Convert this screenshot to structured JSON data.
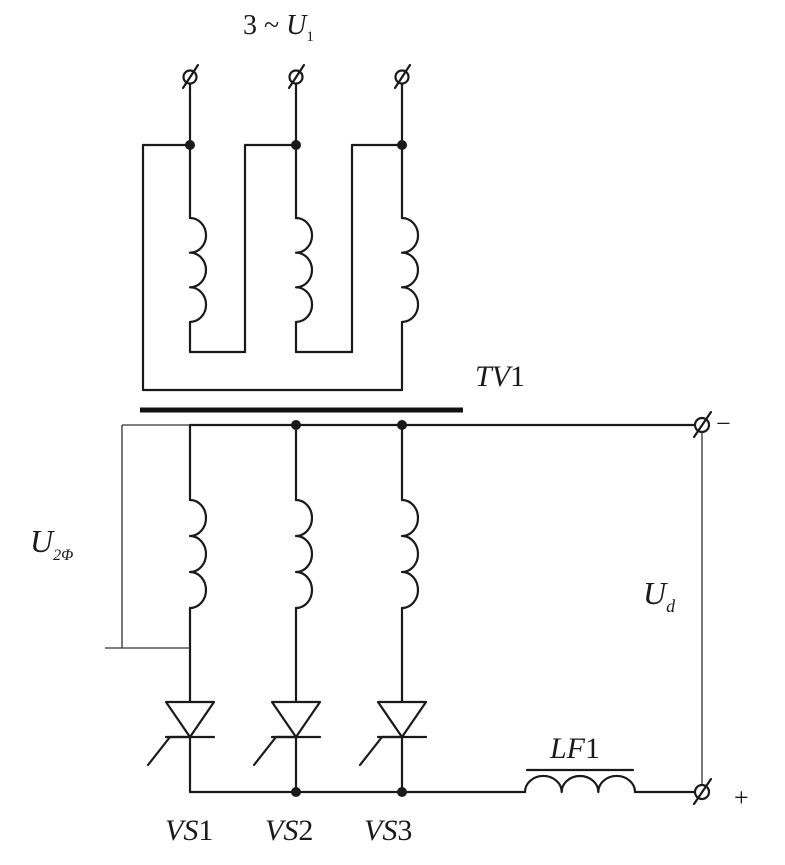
{
  "supply_label": {
    "prefix": "3 ~ ",
    "symbol": "U",
    "sub": "1"
  },
  "transformer_label": {
    "text": "TV",
    "num": "1"
  },
  "phase_voltage_label": {
    "symbol": "U",
    "sub": "2Φ"
  },
  "dc_voltage_label": {
    "symbol": "U",
    "sub": "d"
  },
  "negative_terminal": "−",
  "positive_terminal": "+",
  "inductor_label": {
    "text": "LF",
    "num": "1"
  },
  "thyristors": [
    {
      "text": "VS",
      "num": "1"
    },
    {
      "text": "VS",
      "num": "2"
    },
    {
      "text": "VS",
      "num": "3"
    }
  ],
  "colors": {
    "ink": "#1a1a1a",
    "background": "#ffffff"
  }
}
